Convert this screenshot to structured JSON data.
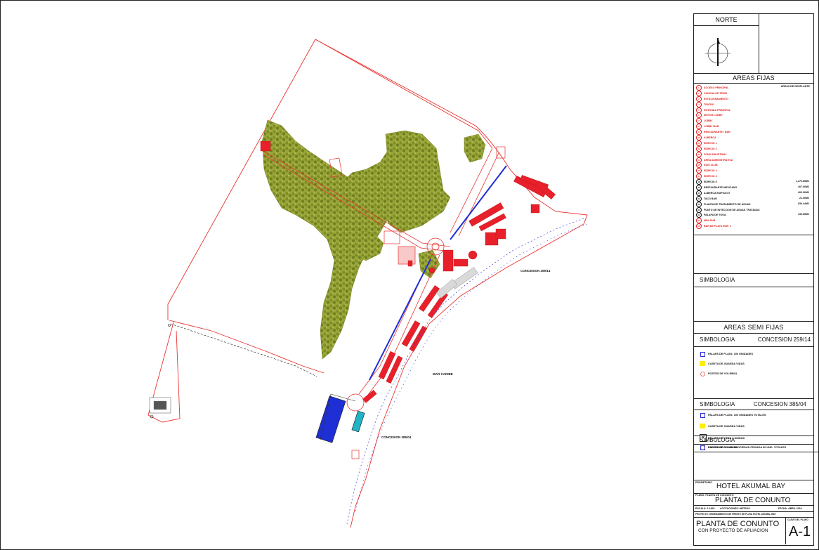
{
  "title_block": {
    "north": "NORTE",
    "areas_fijas": "AREAS FIJAS",
    "areas_desplante_header": "AREAS DE DESPLANTE",
    "fixed_areas": [
      {
        "n": "1",
        "label": "ACCESO PRINCIPAL",
        "value": ""
      },
      {
        "n": "2",
        "label": "CANCHA DE TENIS",
        "value": ""
      },
      {
        "n": "3",
        "label": "ESTACIONAMIENTO",
        "value": ""
      },
      {
        "n": "4",
        "label": "TEATRO",
        "value": ""
      },
      {
        "n": "5",
        "label": "ROTONDA PRINCIPAL",
        "value": ""
      },
      {
        "n": "6",
        "label": "MOTOR LOBBY",
        "value": ""
      },
      {
        "n": "7",
        "label": "LOBBY",
        "value": ""
      },
      {
        "n": "8",
        "label": "LOBBY BAR",
        "value": ""
      },
      {
        "n": "9",
        "label": "RESTAURANTE / BAR",
        "value": ""
      },
      {
        "n": "10",
        "label": "ALBERCA",
        "value": ""
      },
      {
        "n": "11",
        "label": "EDIFICIO 1",
        "value": ""
      },
      {
        "n": "12",
        "label": "EDIFICIO 2",
        "value": ""
      },
      {
        "n": "13",
        "label": "ZONA INDUSTRIAL",
        "value": ""
      },
      {
        "n": "14",
        "label": "AREA ADMINISTRATIVA",
        "value": ""
      },
      {
        "n": "15",
        "label": "KIDS CLUB",
        "value": ""
      },
      {
        "n": "16",
        "label": "EDIFICIO 3",
        "value": ""
      },
      {
        "n": "17",
        "label": "EDIFICIO 4",
        "value": ""
      },
      {
        "n": "18",
        "label": "EDIFICIO 5",
        "value": "1,270.85M2",
        "dark": true
      },
      {
        "n": "19",
        "label": "RESTAURANTE MEXICANO",
        "value": "407.60M2",
        "dark": true
      },
      {
        "n": "20",
        "label": "ALBERCA EDIFICIO 5",
        "value": "400.00M2",
        "dark": true
      },
      {
        "n": "21",
        "label": "TACO BAR",
        "value": "21.60M2",
        "dark": true
      },
      {
        "n": "22",
        "label": "PLANTA DE TRATAMIENTO DE AGUAS",
        "value": "930.44M2",
        "dark": true
      },
      {
        "n": "23",
        "label": "PUNTO DE INYECCION DE AGUAS TRATADAS",
        "value": "",
        "dark": true
      },
      {
        "n": "24",
        "label": "PALAPA DE YOGA",
        "value": "130.85M2",
        "dark": true
      },
      {
        "n": "25",
        "label": "MINI SUB",
        "value": ""
      },
      {
        "n": "26",
        "label": "BAR DE PLAYA EDIF. 1",
        "value": ""
      }
    ],
    "simbologia": "SIMBOLOGIA",
    "areas_semi_fijas": "AREAS SEMI FIJAS",
    "concesion_1": "CONCESION 259/14",
    "concesion_1_items": [
      "PALAPA DE PLAYA: 100 UNIDADES",
      "CASETA DE GUARDA VIDAS",
      "POSTES DE VOLEIBOL"
    ],
    "concesion_2": "CONCESION 385/04",
    "concesion_2_items": [
      "PALAPA DE PLAYA: 100 UNIDADES TOTALES",
      "CASETA DE GUARDA VIDAS",
      "PALAPA DE YOGA 1 UNIDAD",
      "POSTES DE VOLEIBOL"
    ],
    "simbologia_3_item": "PALAPA DE PLAYA: PROPIEDAD PRIVADA 80 UND. TOTALES",
    "propietario_label": "PROPIETARIO",
    "owner": "HOTEL AKUMAL BAY",
    "plano_label": "PLANO: PLANTA DE CONJUNTO",
    "plano_title": "PLANTA DE CONUNTO",
    "escala": "ESCALA: 1:1000",
    "acotaciones": "ACOTACIONES: METROS",
    "fecha": "FECHA: ABRIL 2016",
    "proyecto": "PROYECTO: ORDENAMIENTO DE FRENTE DE PLAYA HOTEL AKUMAL BAY",
    "drawing_title": "PLANTA DE CONUNTO",
    "drawing_subtitle": "CON PROYECTO DE APLIACION",
    "clave_label": "CLAVE DEL PLANO",
    "sheet_number": "A-1"
  },
  "plan_labels": {
    "concesion_259": "CONCESION 259/14",
    "concesion_385": "CONCESION 385/04",
    "mar_caribe": "MAR CARIBE"
  },
  "colors": {
    "outline": "#e8332f",
    "vegetation": "#8b9a2e",
    "building": "#e8202b",
    "blue": "#1f2fd6",
    "cyan": "#22b3c4"
  }
}
